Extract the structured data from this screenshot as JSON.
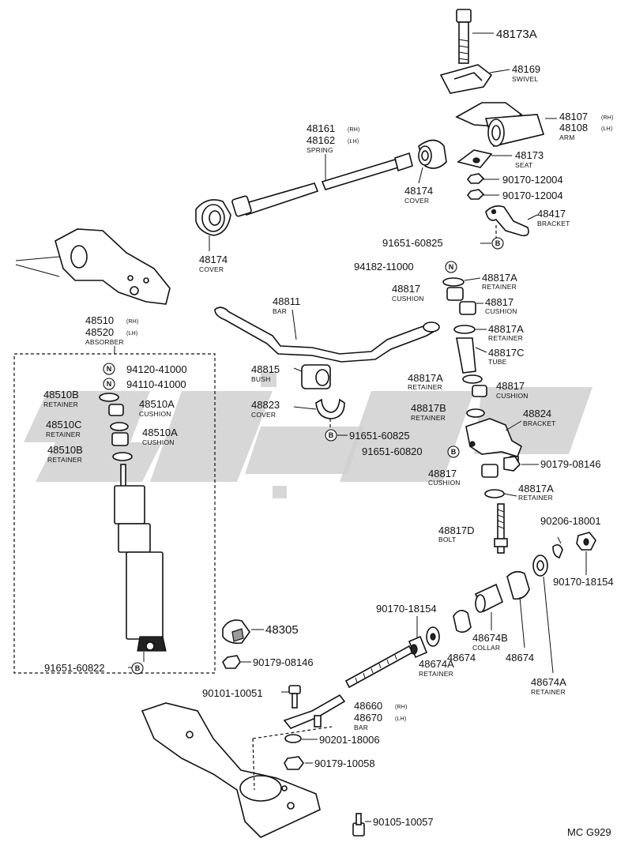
{
  "labels": {
    "p48173A": "48173A",
    "p48169": "48169",
    "swivel": "SWIVEL",
    "p48107": "48107",
    "rh": "(RH)",
    "p48108": "48108",
    "lh": "(LH)",
    "arm": "ARM",
    "p48173": "48173",
    "seat": "SEAT",
    "p90170_12004a": "90170-12004",
    "p90170_12004b": "90170-12004",
    "p48417": "48417",
    "bracket1": "BRACKET",
    "p91651_60825a": "91651-60825",
    "p48161": "48161",
    "p48162": "48162",
    "spring": "SPRING",
    "p48174a": "48174",
    "cover_a": "COVER",
    "p48174b": "48174",
    "cover_b": "COVER",
    "p94182": "94182-11000",
    "p48817A_1": "48817A",
    "retainer_1": "RETAINER",
    "p48817_1": "48817",
    "cushion_1": "CUSHION",
    "p48817_2": "48817",
    "cushion_2": "CUSHION",
    "p48811": "48811",
    "bar_1": "BAR",
    "p48817A_2": "48817A",
    "retainer_2": "RETAINER",
    "p48817C": "48817C",
    "tube": "TUBE",
    "p48510": "48510",
    "p48520": "48520",
    "absorber": "ABSORBER",
    "p48815": "48815",
    "bush": "BUSH",
    "p48817A_3": "48817A",
    "retainer_3": "RETAINER",
    "p48817_3": "48817",
    "cushion_3": "CUSHION",
    "p94120": "94120-41000",
    "p94110": "94110-41000",
    "p48510B_1": "48510B",
    "retainer_4": "RETAINER",
    "p48510A_1": "48510A",
    "cushion_4": "CUSHION",
    "p48823": "48823",
    "cover_c": "COVER",
    "p48817B": "48817B",
    "retainer_5": "RETAINER",
    "p48824": "48824",
    "bracket2": "BRACKET",
    "p48510C": "48510C",
    "retainer_6": "RETAINER",
    "p48510A_2": "48510A",
    "cushion_5": "CUSHION",
    "p91651_60825b": "91651-60825",
    "p48510B_2": "48510B",
    "retainer_7": "RETAINER",
    "p91651_60820": "91651-60820",
    "p90179_08146a": "90179-08146",
    "p48817_4": "48817",
    "cushion_6": "CUSHION",
    "p48817A_4": "48817A",
    "retainer_8": "RETAINER",
    "p48817D": "48817D",
    "bolt": "BOLT",
    "p90206": "90206-18001",
    "p90170_18154a": "90170-18154",
    "p90170_18154b": "90170-18154",
    "p48674B": "48674B",
    "collar": "COLLAR",
    "p48305": "48305",
    "p48674_1": "48674",
    "p48674_2": "48674",
    "p90179_08146b": "90179-08146",
    "p91651_60822": "91651-60822",
    "p48674A_1": "48674A",
    "retainer_9": "RETAINER",
    "p48674A_2": "48674A",
    "retainer_10": "RETAINER",
    "p90101": "90101-10051",
    "p48660": "48660",
    "p48670": "48670",
    "bar_2": "BAR",
    "p90201": "90201-18006",
    "p90179_10058": "90179-10058",
    "p90105": "90105-10057",
    "footer_code": "MC G929",
    "sym_n": "N",
    "sym_b": "B"
  }
}
